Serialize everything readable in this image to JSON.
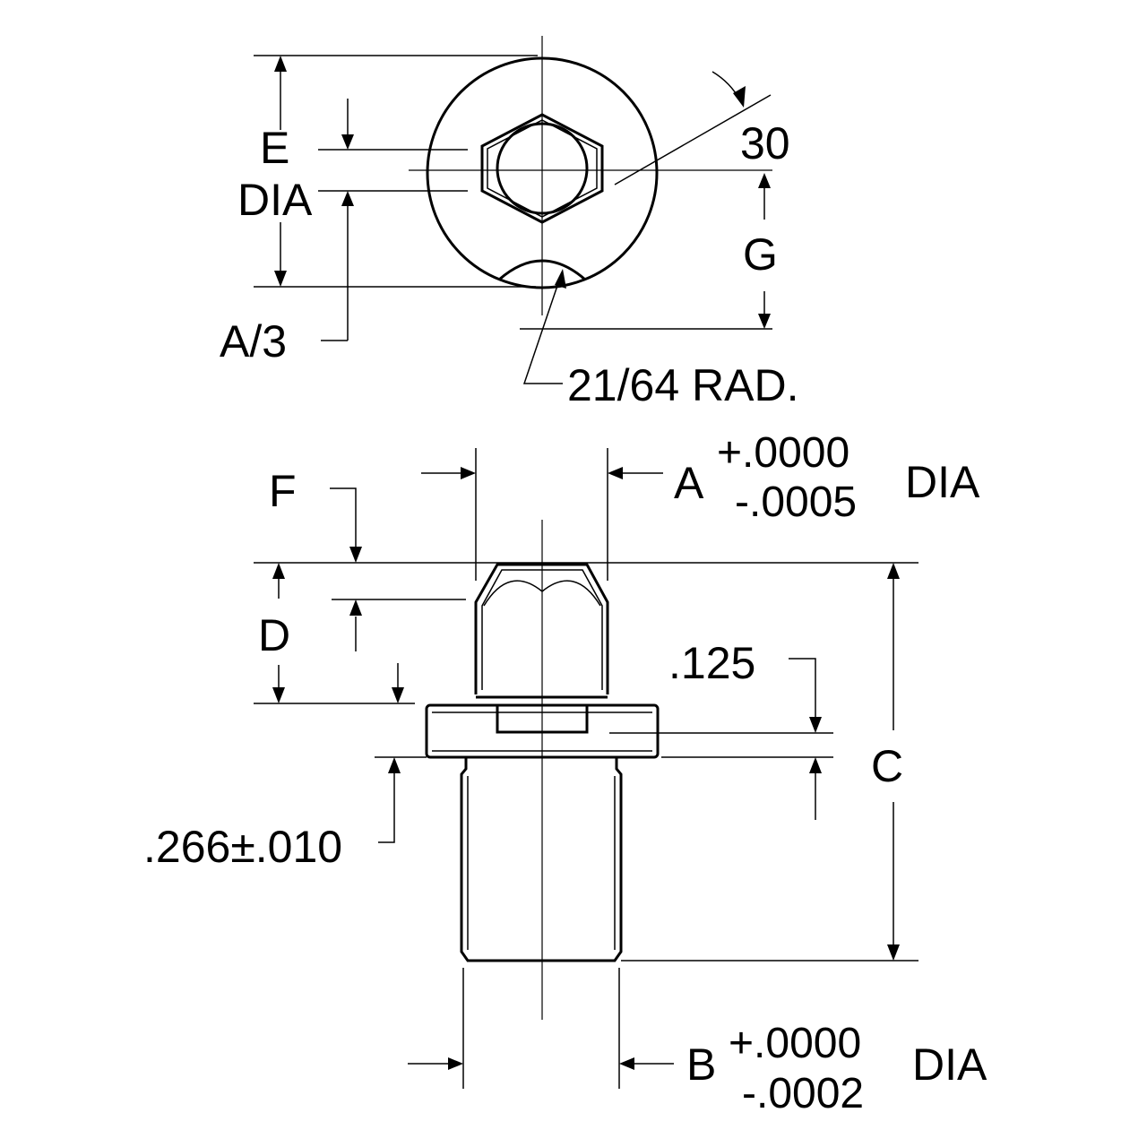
{
  "labels": {
    "E": "E",
    "dia_top": "DIA",
    "a_third": "A/3",
    "angle_30": "30",
    "G": "G",
    "rad": "21/64 RAD.",
    "F": "F",
    "A": "A",
    "a_tol_plus": "+.0000",
    "a_tol_minus": "-.0005",
    "a_dia": "DIA",
    "D": "D",
    "dim_125": ".125",
    "C": "C",
    "dim_266": ".266±.010",
    "B": "B",
    "b_tol_plus": "+.0000",
    "b_tol_minus": "-.0002",
    "b_dia": "DIA"
  }
}
